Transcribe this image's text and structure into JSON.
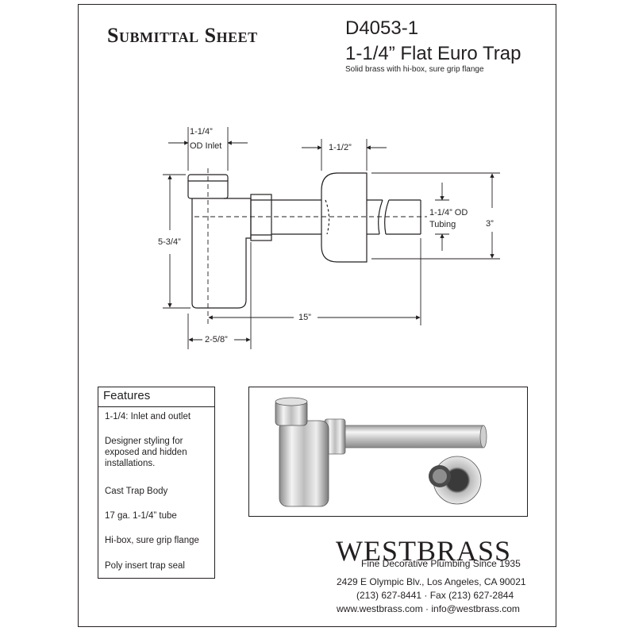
{
  "header": {
    "sheet_title": "Submittal Sheet",
    "part_number": "D4053-1",
    "part_name": "1-1/4” Flat Euro Trap",
    "description": "Solid brass with hi-box, sure grip flange"
  },
  "dimensions": {
    "inlet_size": "1-1/4”",
    "inlet_label": "OD Inlet",
    "flange_width": "1-1/2”",
    "tubing_size": "1-1/4” OD",
    "tubing_label": "Tubing",
    "flange_height": "3”",
    "trap_height": "5-3/4”",
    "overall_length": "15”",
    "trap_offset": "2-5/8”"
  },
  "features": {
    "title": "Features",
    "items": [
      "1-1/4: Inlet and outlet",
      "Designer styling for exposed and hidden installations.",
      "Cast Trap Body",
      "17 ga. 1-1/4” tube",
      "Hi-box, sure grip flange",
      "Poly insert trap seal"
    ]
  },
  "company": {
    "logo": "WESTBRASS",
    "tagline": "Fine Decorative Plumbing Since 1935",
    "address": "2429 E Olympic Blv., Los Angeles, CA 90021",
    "phone": "(213) 627-8441 · Fax (213) 627-2844",
    "web": "www.westbrass.com · info@westbrass.com"
  }
}
